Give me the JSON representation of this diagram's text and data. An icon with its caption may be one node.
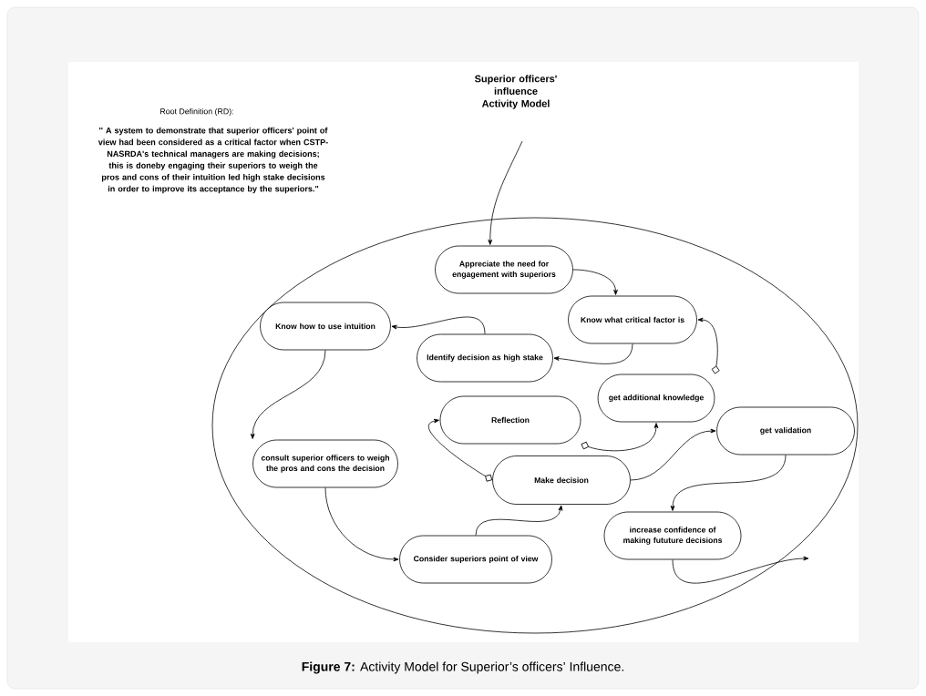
{
  "diagram": {
    "title": "Superior officers' influence Activity Model",
    "caption": "**Figure 7:** Activity Model for Superior’s officers’ Influence.",
    "nodes": [
      {
        "text": [],
        "shape": "circle"
      },
      {
        "text": [
          "Appreciate the need for engagement with superiors"
        ],
        "in": 0
      },
      {
        "text": [
          "Know what critical factor is"
        ],
        "in": 0
      },
      {
        "text": [
          "Know how to use intuition"
        ],
        "in": 0
      },
      {
        "text": [
          "Identify decision as high stake"
        ],
        "in": 0
      },
      {
        "text": [
          "get additional knowledge"
        ],
        "in": 0
      },
      {
        "text": [
          "Reflection"
        ],
        "in": 0
      },
      {
        "text": [
          "get validation"
        ],
        "in": 0
      },
      {
        "text": [
          "consult superior officers to weigh the pros and cons the decision"
        ],
        "in": 0
      },
      {
        "text": [
          "Make decision"
        ],
        "in": 0
      },
      {
        "text": [
          "increase confidence of making fututure decisions"
        ],
        "in": 0
      },
      {
        "text": [
          "Consider superiors point of view"
        ],
        "in": 0
      }
    ],
    "edges": [
      {
        "from": null,
        "to": 1,
        "arrow": "to"
      },
      {
        "from": 1,
        "to": 2,
        "arrow": "to"
      },
      {
        "from": 2,
        "to": 4,
        "arrow": "to"
      },
      {
        "from": 4,
        "to": 3,
        "arrow": "to"
      },
      {
        "from": 3,
        "to": 8,
        "arrow": "to"
      },
      {
        "from": 8,
        "to": 11,
        "arrow": "to"
      },
      {
        "from": 11,
        "to": 9,
        "arrow": "to"
      },
      {
        "from": 9,
        "to": 6,
        "arrow": "to"
      },
      {
        "from": 6,
        "to": 5,
        "arrow": "to"
      },
      {
        "from": 5,
        "to": 2,
        "arrow": "to"
      },
      {
        "from": 9,
        "to": 7,
        "arrow": "to"
      },
      {
        "from": 7,
        "to": 10,
        "arrow": "to"
      },
      {
        "from": 10,
        "to": null,
        "arrow": "to"
      }
    ],
    "labels": [
      "Root Definition (RD):",
      "'' A system to demonstrate that superior officers' point of view had been considered as a critical factor when CSTP-NASRDA's technical managers are making decisions; this is doneby engaging their superiors to weigh the pros and cons of their intuition led high stake decisions in order to improve its acceptance by the superiors.\""
    ]
  }
}
